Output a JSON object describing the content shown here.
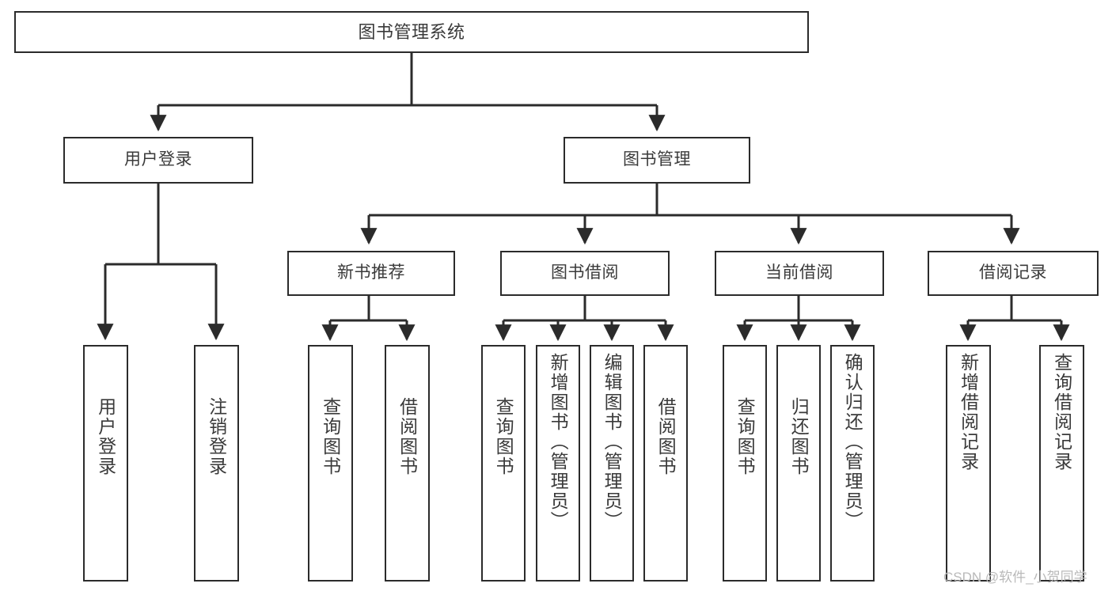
{
  "diagram": {
    "title": "图书管理系统",
    "watermark": "CSDN @软件_小贺同学",
    "line_color": "#2b2b2b",
    "text_color": "#3a3a3a",
    "background": "#ffffff"
  },
  "nodes": {
    "root": {
      "label": "图书管理系统"
    },
    "level1": [
      {
        "label": "用户登录"
      },
      {
        "label": "图书管理"
      }
    ],
    "level2": [
      {
        "label": "新书推荐"
      },
      {
        "label": "图书借阅"
      },
      {
        "label": "当前借阅"
      },
      {
        "label": "借阅记录"
      }
    ],
    "leaves_user_login": [
      {
        "label": "用户登录"
      },
      {
        "label": "注销登录"
      }
    ],
    "leaves_new_book": [
      {
        "label": "查询图书"
      },
      {
        "label": "借阅图书"
      }
    ],
    "leaves_borrow": [
      {
        "label": "查询图书"
      },
      {
        "label": "新增图书（管理员）"
      },
      {
        "label": "编辑图书（管理员）"
      },
      {
        "label": "借阅图书"
      }
    ],
    "leaves_current": [
      {
        "label": "查询图书"
      },
      {
        "label": "归还图书"
      },
      {
        "label": "确认归还（管理员）"
      }
    ],
    "leaves_records": [
      {
        "label": "新增借阅记录"
      },
      {
        "label": "查询借阅记录"
      }
    ]
  }
}
